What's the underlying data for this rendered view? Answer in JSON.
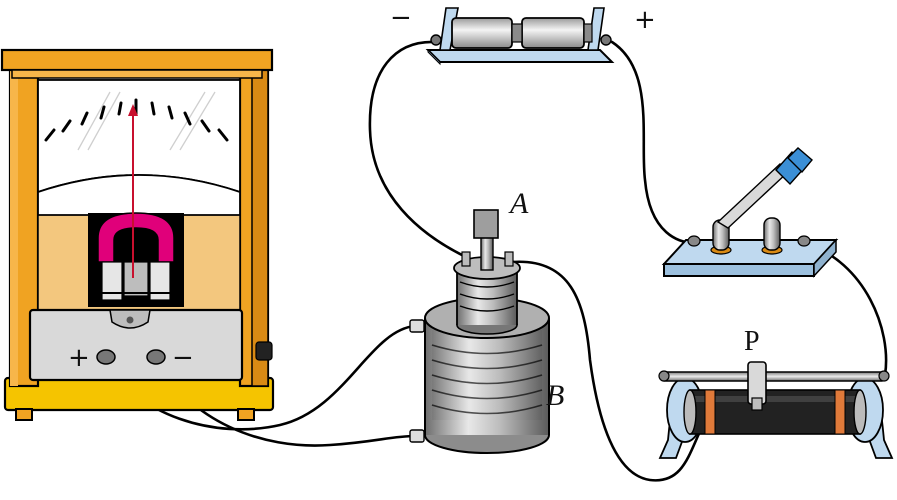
{
  "labels": {
    "coil_a": "A",
    "coil_b": "B",
    "rheostat_slider": "P",
    "meter_plus": "+",
    "meter_minus": "−",
    "battery_negative": "−",
    "battery_positive": "+"
  },
  "colors": {
    "meter_case": "#f0a322",
    "meter_base": "#f5c400",
    "magnet": "#e0007a",
    "meter_backpanel": "#f3c77e",
    "pointer": "#c8102e",
    "battery_base": "#bfd9ef",
    "switch_base": "#bfd9ef",
    "switch_handle": "#3b8fd6",
    "coil_metal": "#9a9a9a",
    "rheostat_stand": "#bfd9ef",
    "rheostat_coil": "#222222",
    "rheostat_band": "#e07a3a",
    "wire": "#000000"
  }
}
